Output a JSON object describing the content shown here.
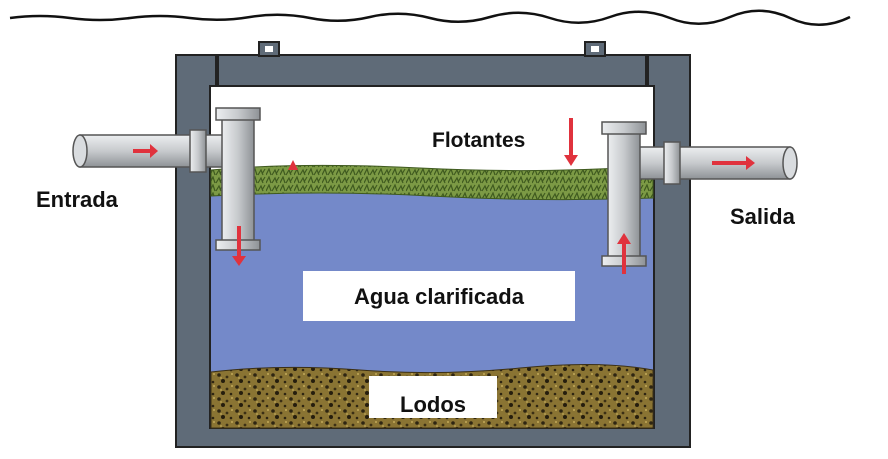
{
  "labels": {
    "inlet": "Entrada",
    "outlet": "Salida",
    "floating": "Flotantes",
    "clarified_water": "Agua clarificada",
    "sludge": "Lodos"
  },
  "colors": {
    "tank_wall": "#5f6b78",
    "water": "#7489c9",
    "scum": "#6f8f3e",
    "sludge": "#7a6630",
    "pipe": "#c9ccd0",
    "arrow": "#e0323d",
    "ground_line": "#111111"
  }
}
